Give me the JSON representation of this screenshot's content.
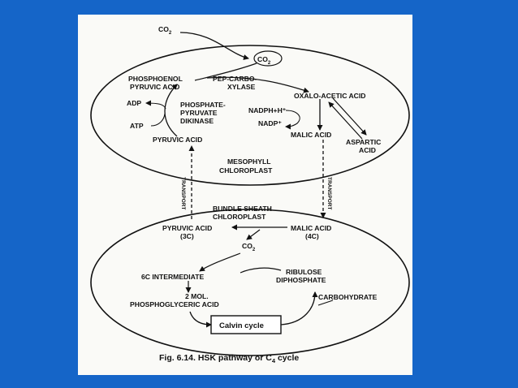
{
  "labels": {
    "co2_top": "CO",
    "co2_top_sub": "2",
    "co2_circle": "CO",
    "co2_circle_sub": "2",
    "pep_line1": "PHOSPHOENOL",
    "pep_line2": "PYRUVIC ACID",
    "pepc_line1": "PEP-CARBO-",
    "pepc_line2": "XYLASE",
    "oaa": "OXALO-ACETIC ACID",
    "adp": "ADP",
    "atp": "ATP",
    "ppdk_line1": "PHOSPHATE-",
    "ppdk_line2": "PYRUVATE",
    "ppdk_line3": "DIKINASE",
    "nadph": "NADPH+H⁺",
    "nadp": "NADP⁺",
    "malic_top": "MALIC ACID",
    "aspartic_line1": "ASPARTIC",
    "aspartic_line2": "ACID",
    "pyruvic_top": "PYRUVIC ACID",
    "mesophyll_line1": "MESOPHYLL",
    "mesophyll_line2": "CHLOROPLAST",
    "transport_left": "TRANSPORT",
    "transport_right": "TRANSPORT",
    "bundle_line1": "BUNDLE SHEATH",
    "bundle_line2": "CHLOROPLAST",
    "pyruvic_bottom": "PYRUVIC ACID",
    "pyruvic_bottom_c": "(3C)",
    "malic_bottom": "MALIC ACID",
    "malic_bottom_c": "(4C)",
    "co2_bottom": "CO",
    "co2_bottom_sub": "2",
    "sixc": "6C INTERMEDIATE",
    "rubp_line1": "RIBULOSE",
    "rubp_line2": "DIPHOSPHATE",
    "pga_line1": "2 MOL.",
    "pga_line2": "PHOSPHOGLYCERIC ACID",
    "carbohydrate": "CARBOHYDRATE",
    "calvin": "Calvin cycle",
    "caption": "Fig. 6.14. HSK pathway or C",
    "caption_sub": "4",
    "caption_tail": " cycle"
  },
  "colors": {
    "background": "#1565c8",
    "panel": "#fafaf7",
    "ink": "#111111"
  }
}
